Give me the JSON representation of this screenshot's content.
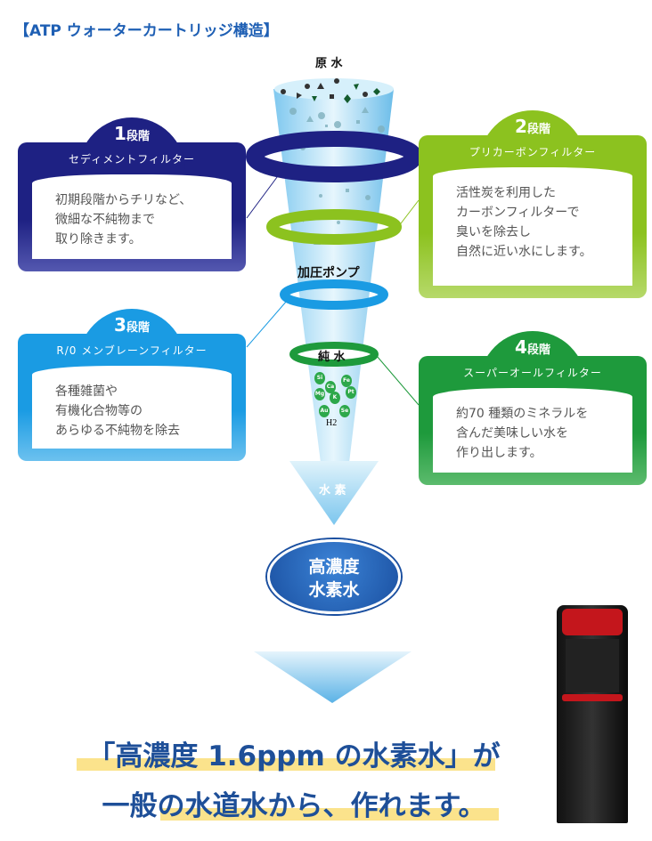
{
  "title": "【ATP ウォーターカートリッジ構造】",
  "labels": {
    "raw": "原 水",
    "pump": "加圧ポンプ",
    "pure": "純 水",
    "hydrogen": "水 素",
    "h2": "H2"
  },
  "minerals": [
    "Si",
    "Ca",
    "Fe",
    "Mg",
    "K",
    "Pt",
    "Au",
    "Se"
  ],
  "stages": [
    {
      "num": "1",
      "unit": "段階",
      "name": "セディメントフィルター",
      "lines": [
        "初期段階からチリなど、",
        "微細な不純物まで",
        "取り除きます。"
      ],
      "color": "#1e2183"
    },
    {
      "num": "2",
      "unit": "段階",
      "name": "プリカーボンフィルター",
      "lines": [
        "活性炭を利用した",
        "カーボンフィルターで",
        "臭いを除去し",
        "自然に近い水にします。"
      ],
      "color": "#8cc21f"
    },
    {
      "num": "3",
      "unit": "段階",
      "name": "R/0 メンブレーンフィルター",
      "lines": [
        "各種雑菌や",
        "有機化合物等の",
        "あらゆる不純物を除去"
      ],
      "color": "#1a9be3"
    },
    {
      "num": "4",
      "unit": "段階",
      "name": "スーパーオールフィルター",
      "lines": [
        "約70 種類のミネラルを",
        "含んだ美味しい水を",
        "作り出します。"
      ],
      "color": "#1e9a3c"
    }
  ],
  "result": {
    "line1": "高濃度",
    "line2": "水素水"
  },
  "bottom": {
    "line1": "「高濃度 1.6ppm の水素水」が",
    "line2": "一般の水道水から、作れます。"
  }
}
